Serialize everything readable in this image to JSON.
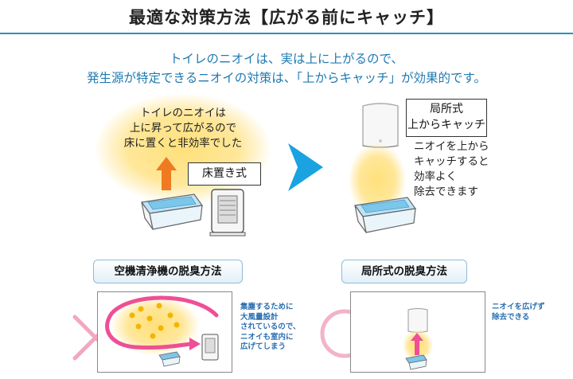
{
  "title": "最適な対策方法【広がる前にキャッチ】",
  "lead": {
    "line1": "トイレのニオイは、実は上に上がるので、",
    "line2": "発生源が特定できるニオイの対策は、「上からキャッチ」が効果的です。"
  },
  "left_panel": {
    "glow_text": [
      "トイレのニオイは",
      "上に昇って広がるので",
      "床に置くと非効率でした"
    ],
    "label": "床置き式",
    "method_label": "空機清浄機の脱臭方法",
    "scene_note": [
      "集塵するために",
      "大風量設計",
      "されているので、",
      "ニオイも室内に",
      "広げてしまう"
    ]
  },
  "right_panel": {
    "label_line1": "局所式",
    "label_line2": "上からキャッチ",
    "description": [
      "ニオイを上から",
      "キャッチすると",
      "効率よく",
      "除去できます"
    ],
    "method_label": "局所式の脱臭方法",
    "scene_note": [
      "ニオイを広げず",
      "除去できる"
    ]
  },
  "colors": {
    "accent_blue": "#1f7ab0",
    "arrow_blue": "#1aa3e0",
    "arrow_orange": "#f07a22",
    "cross_pink": "#f2a7c0",
    "circle_pink": "#f2b3c8",
    "swirl_magenta": "#ee4f96",
    "glow_yellow": "#ffe07a"
  },
  "icons": {
    "transition_arrow": "right-triangle-arrow",
    "rise_arrow": "up-arrow",
    "bad_mark": "cross-mark",
    "good_mark": "circle-mark"
  }
}
